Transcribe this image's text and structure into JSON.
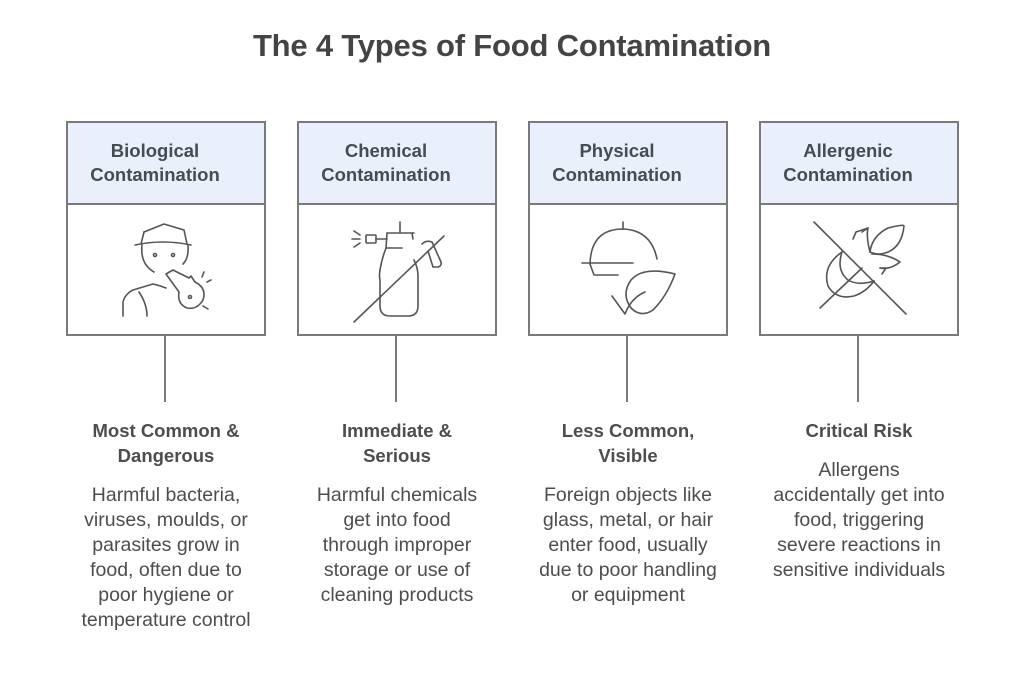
{
  "title": "The 4 Types of Food Contamination",
  "colors": {
    "header_fill": "#e9f0fb",
    "border": "#7a7a7a",
    "text": "#4d4d4d",
    "icon_stroke": "#555555"
  },
  "types": [
    {
      "title_line1": "Biological",
      "title_line2": "Contamination",
      "icon": "food-handler-whistle-icon",
      "heading_line1": "Most Common &",
      "heading_line2": "Dangerous",
      "body_lines": [
        "Harmful bacteria,",
        "viruses, moulds, or",
        "parasites grow in",
        "food, often due to",
        "poor hygiene or",
        "temperature control"
      ]
    },
    {
      "title_line1": "Chemical",
      "title_line2": "Contamination",
      "icon": "no-spray-bottle-icon",
      "heading_line1": "Immediate &",
      "heading_line2": "Serious",
      "body_lines": [
        "Harmful chemicals",
        "get into food",
        "through improper",
        "storage or use of",
        "cleaning products"
      ]
    },
    {
      "title_line1": "Physical",
      "title_line2": "Contamination",
      "icon": "cloche-leaf-icon",
      "heading_line1": "Less Common,",
      "heading_line2": "Visible",
      "body_lines": [
        "Foreign objects like",
        "glass, metal, or hair",
        "enter food, usually",
        "due to poor handling",
        "or equipment"
      ]
    },
    {
      "title_line1": "Allergenic",
      "title_line2": "Contamination",
      "icon": "no-wheat-icon",
      "heading_line1": "Critical Risk",
      "heading_line2": "",
      "body_lines": [
        "Allergens",
        "accidentally get into",
        "food, triggering",
        "severe reactions in",
        "sensitive individuals"
      ]
    }
  ]
}
